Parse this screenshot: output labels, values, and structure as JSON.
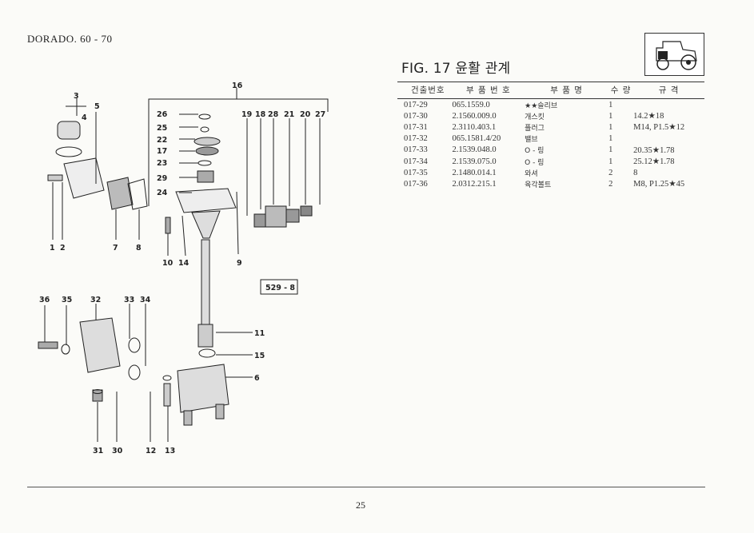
{
  "header": {
    "model": "DORADO. 60 - 70"
  },
  "figure": {
    "number_label": "FIG. 17",
    "title": "윤활 관계",
    "ref_box": "529 - 8"
  },
  "table": {
    "columns": [
      "건출번호",
      "부 품 번 호",
      "부 품 명",
      "수 량",
      "규 격"
    ],
    "rows": [
      [
        "017-29",
        "065.1559.0",
        "★★슬리브",
        "1",
        ""
      ],
      [
        "017-30",
        "2.1560.009.0",
        "개스킷",
        "1",
        "14.2★18"
      ],
      [
        "017-31",
        "2.3110.403.1",
        "플러그",
        "1",
        "M14, P1.5★12"
      ],
      [
        "017-32",
        "065.1581.4/20",
        "밸브",
        "1",
        ""
      ],
      [
        "017-33",
        "2.1539.048.0",
        "O - 링",
        "1",
        "20.35★1.78"
      ],
      [
        "017-34",
        "2.1539.075.0",
        "O - 링",
        "1",
        "25.12★1.78"
      ],
      [
        "017-35",
        "2.1480.014.1",
        "와셔",
        "2",
        "8"
      ],
      [
        "017-36",
        "2.0312.215.1",
        "육각볼트",
        "2",
        "M8, P1.25★45"
      ]
    ]
  },
  "callouts": [
    "16",
    "3",
    "5",
    "4",
    "26",
    "25",
    "22",
    "17",
    "23",
    "29",
    "24",
    "19",
    "18",
    "28",
    "21",
    "20",
    "27",
    "1",
    "2",
    "7",
    "8",
    "10",
    "14",
    "9",
    "36",
    "35",
    "32",
    "33",
    "34",
    "11",
    "15",
    "6",
    "31",
    "30",
    "12",
    "13"
  ],
  "icons": {
    "tractor": "tractor-icon"
  },
  "footer": {
    "page_number": "25"
  }
}
